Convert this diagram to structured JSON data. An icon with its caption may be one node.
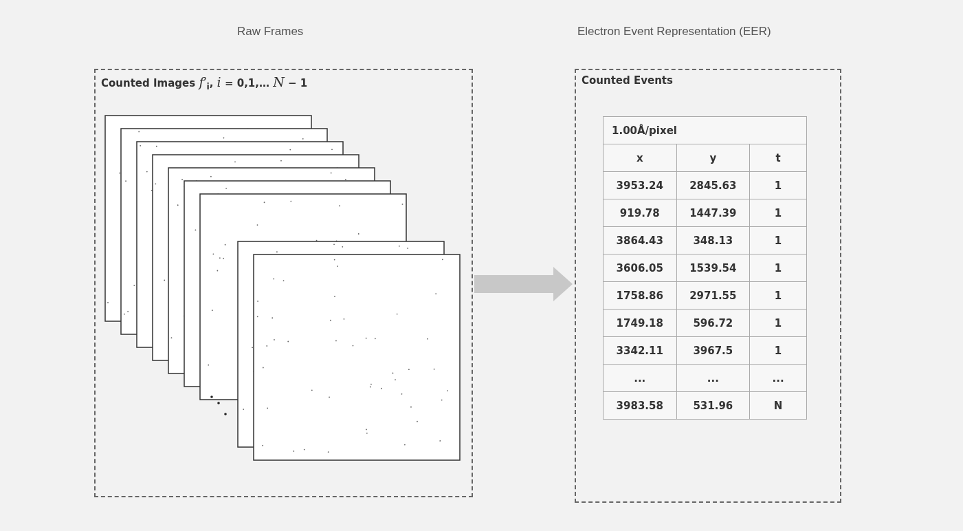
{
  "diagram": {
    "nodes": [
      {
        "text": [
          "Raw Frames",
          "Counted Images *f*′$_{i}$, *i* = 0,1,… *N* − 1"
        ]
      },
      {
        "text": [
          "Electron Event Representation (EER)",
          "Counted Events"
        ]
      }
    ],
    "edges": [
      {
        "from": 0,
        "to": 1,
        "arrow": "to"
      }
    ],
    "labels": [
      "1.00Å/pixel",
      "x",
      "y",
      "t",
      "3953.24",
      "2845.63",
      "1",
      "919.78",
      "1447.39",
      "1",
      "3864.43",
      "348.13",
      "1",
      "3606.05",
      "1539.54",
      "1",
      "1758.86",
      "2971.55",
      "1",
      "1749.18",
      "596.72",
      "1",
      "3342.11",
      "3967.5",
      "1",
      "...",
      "...",
      "...",
      "3983.58",
      "531.96",
      "N"
    ]
  }
}
